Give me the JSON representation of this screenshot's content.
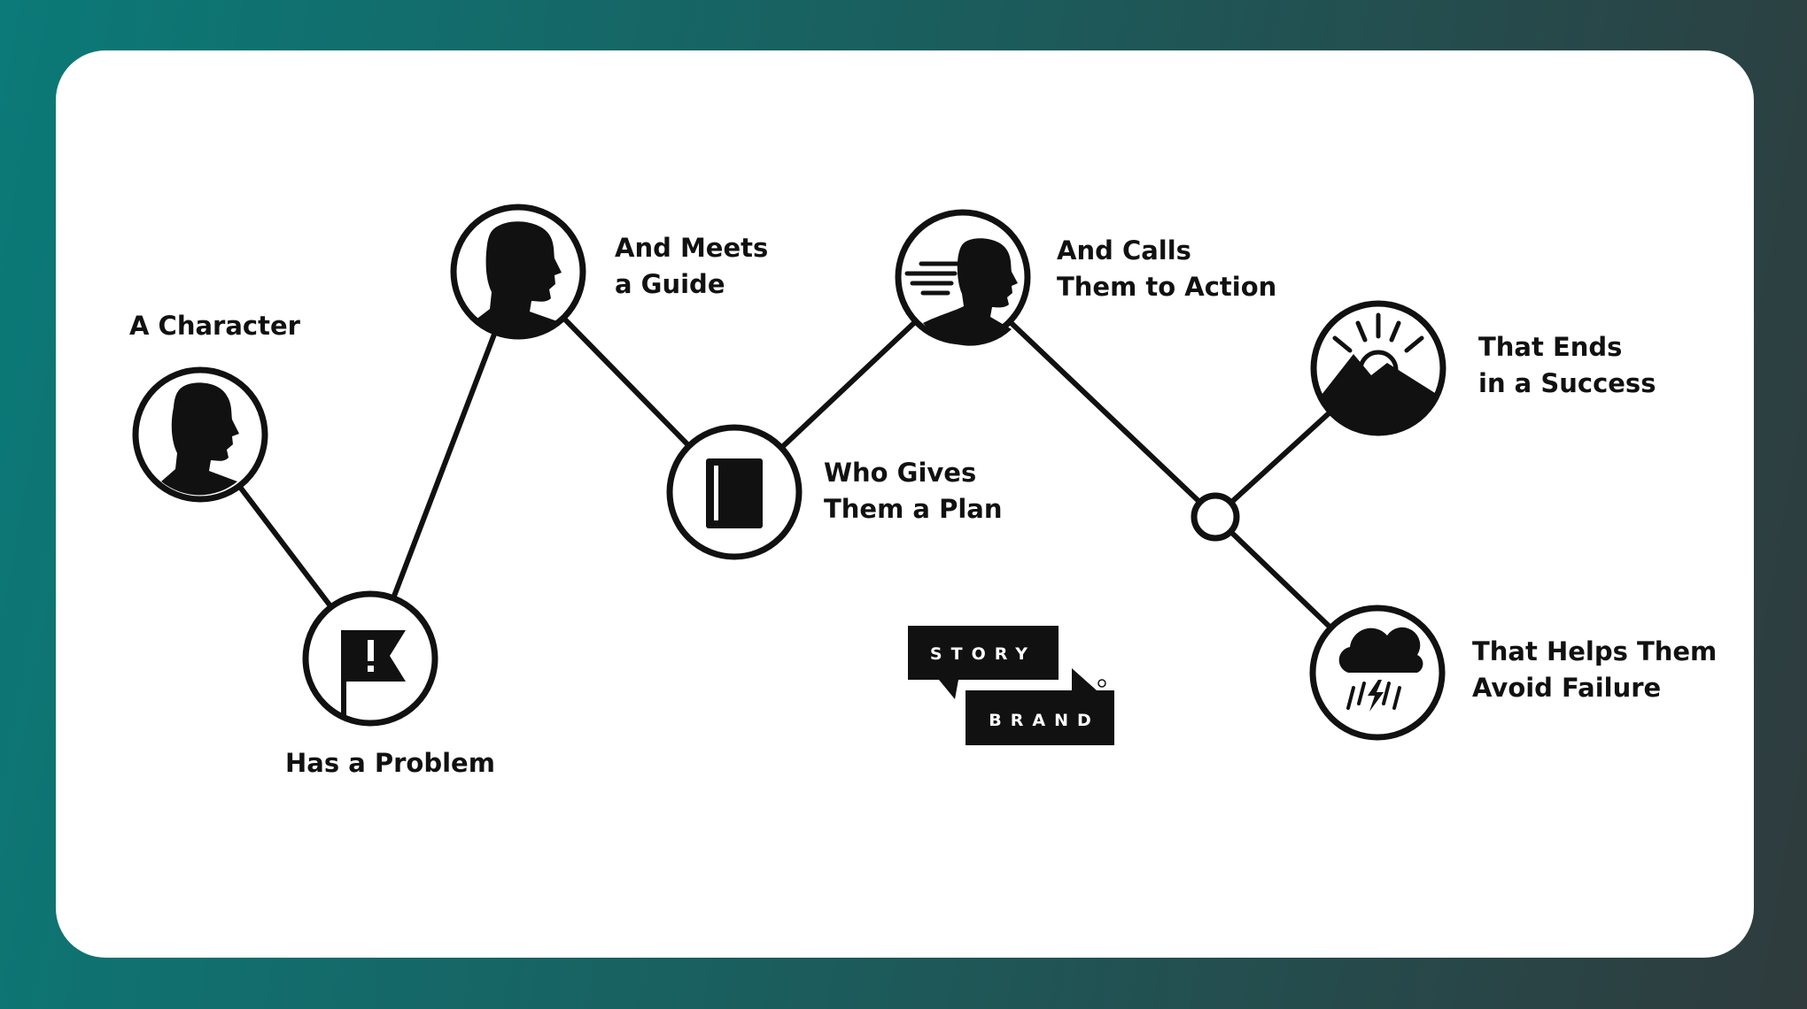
{
  "steps": [
    {
      "line1": "A Character",
      "line2": "",
      "icon": "character-icon"
    },
    {
      "line1": "Has a Problem",
      "line2": "",
      "icon": "flag-icon"
    },
    {
      "line1": "And Meets",
      "line2": "a Guide",
      "icon": "guide-icon"
    },
    {
      "line1": "Who Gives",
      "line2": "Them a Plan",
      "icon": "book-icon"
    },
    {
      "line1": "And Calls",
      "line2": "Them to Action",
      "icon": "action-icon"
    },
    {
      "line1": "That Ends",
      "line2": "in a Success",
      "icon": "sunrise-icon"
    },
    {
      "line1": "That Helps Them",
      "line2": "Avoid Failure",
      "icon": "storm-cloud-icon"
    }
  ],
  "logo": {
    "word1": "STORY",
    "word2": "BRAND"
  },
  "colors": {
    "line": "#111111",
    "background_gradient_start": "#0b7a78",
    "background_gradient_end": "#2f3b3d",
    "card": "#ffffff"
  }
}
